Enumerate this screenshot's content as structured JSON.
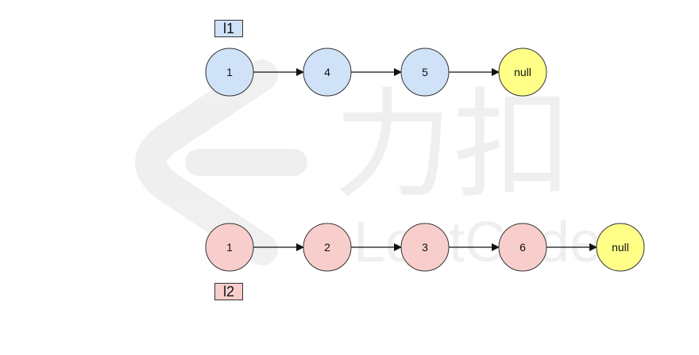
{
  "watermark": {
    "chinese_text": "力扣",
    "latin_text": "LeetCode"
  },
  "lists": [
    {
      "label": "l1",
      "fill": "#cfe2f7",
      "stroke": "#333333",
      "nodes": [
        "1",
        "4",
        "5",
        "null"
      ]
    },
    {
      "label": "l2",
      "fill": "#f8cecc",
      "stroke": "#333333",
      "nodes": [
        "1",
        "2",
        "3",
        "6",
        "null"
      ]
    }
  ],
  "null_fill": "#ffff88",
  "arrow_color": "#111111"
}
